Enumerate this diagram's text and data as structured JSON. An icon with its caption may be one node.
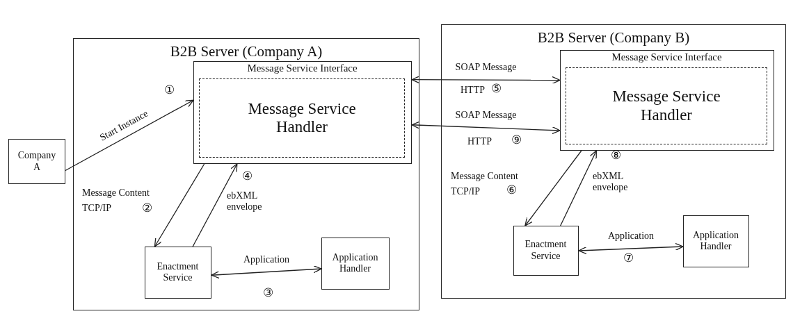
{
  "diagram": {
    "nodes": [
      {
        "text": [
          "Company A"
        ]
      },
      {
        "text": [
          "B2B Server (Company A)"
        ]
      },
      {
        "text": [
          "Message Service Interface"
        ],
        "in": 1
      },
      {
        "text": [
          "Message Service Handler"
        ],
        "in": 2
      },
      {
        "text": [
          "Enactment Service"
        ],
        "in": 1
      },
      {
        "text": [
          "Application Handler"
        ],
        "in": 1
      },
      {
        "text": [
          "B2B Server (Company B)"
        ]
      },
      {
        "text": [
          "Message Service Interface"
        ],
        "in": 6
      },
      {
        "text": [
          "Message Service Handler"
        ],
        "in": 7
      },
      {
        "text": [
          "Enactment Service"
        ],
        "in": 6
      },
      {
        "text": [
          "Application Handler"
        ],
        "in": 6
      }
    ],
    "edges": [
      {
        "from": 0,
        "to": 2,
        "arrow": "to",
        "label": "Start Instance"
      },
      {
        "from": 2,
        "to": 4,
        "arrow": "to"
      },
      {
        "from": 4,
        "to": 2,
        "arrow": "to"
      },
      {
        "from": 4,
        "to": 5,
        "arrow": "both",
        "label": "Application"
      },
      {
        "from": 2,
        "to": 7,
        "arrow": "both",
        "label": "SOAP Message"
      },
      {
        "from": 2,
        "to": 7,
        "arrow": "both",
        "label": "SOAP Message"
      },
      {
        "from": 7,
        "to": 9,
        "arrow": "to"
      },
      {
        "from": 9,
        "to": 7,
        "arrow": "to"
      },
      {
        "from": 9,
        "to": 10,
        "arrow": "both",
        "label": "Application"
      }
    ],
    "labels": [
      "①",
      "Message Content",
      "TCP/IP",
      "②",
      "④",
      "ebXML envelope",
      "③",
      "HTTP",
      "⑤",
      "HTTP",
      "⑨",
      "⑧",
      "Message Content",
      "TCP/IP",
      "⑥",
      "ebXML envelope",
      "⑦"
    ]
  }
}
